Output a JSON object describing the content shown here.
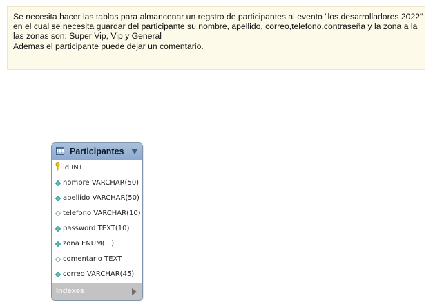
{
  "note": {
    "lines": [
      "Se necesita hacer las tablas para almancenar un regstro de participantes al evento \"los desarrolladores 2022\"",
      "en el cual se necesita guardar del participante su nombre, apellido, correo,telefono,contraseña y la zona a la",
      "las zonas son: Super Vip, Vip y General",
      "Ademas el participante puede dejar un comentario."
    ],
    "background": "#fefae9"
  },
  "entity": {
    "title": "Participantes",
    "header_color": "#9db6d4",
    "columns": [
      {
        "text": "id INT",
        "icon": "primary-key-icon"
      },
      {
        "text": "nombre VARCHAR(50)",
        "icon": "not-null-column-icon"
      },
      {
        "text": "apellido VARCHAR(50)",
        "icon": "not-null-column-icon"
      },
      {
        "text": "telefono VARCHAR(10)",
        "icon": "nullable-column-icon"
      },
      {
        "text": "password TEXT(10)",
        "icon": "not-null-column-icon"
      },
      {
        "text": "zona ENUM(...)",
        "icon": "not-null-column-icon"
      },
      {
        "text": "comentario TEXT",
        "icon": "nullable-column-icon"
      },
      {
        "text": "correo VARCHAR(45)",
        "icon": "not-null-column-icon"
      }
    ],
    "footer_label": "Indexes"
  }
}
